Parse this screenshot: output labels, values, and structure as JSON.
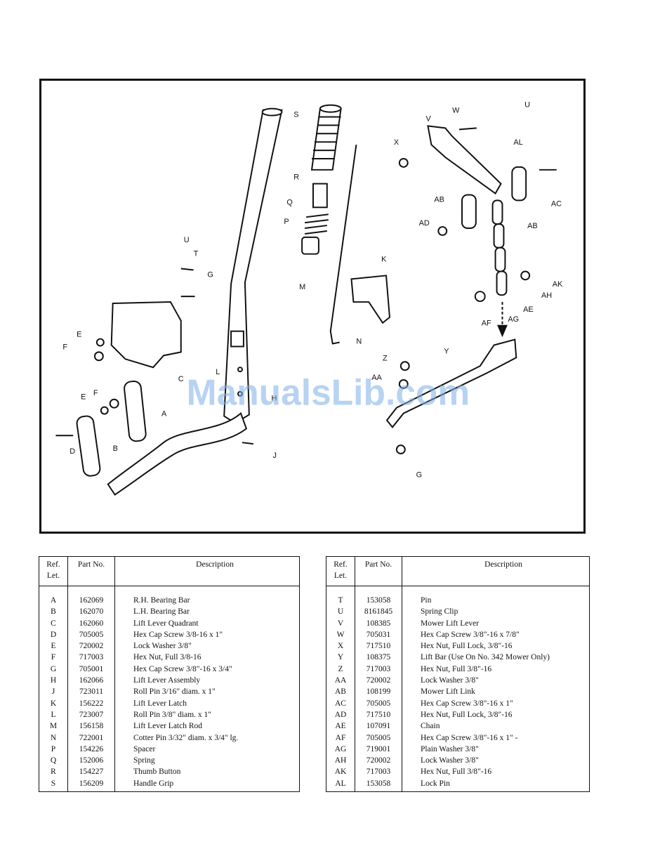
{
  "diagram": {
    "watermark": "ManualsLib.com",
    "callouts": [
      "S",
      "R",
      "Q",
      "P",
      "M",
      "N",
      "K",
      "W",
      "V",
      "U",
      "X",
      "AL",
      "AB",
      "AC",
      "AB",
      "AD",
      "AK",
      "AH",
      "AE",
      "AF",
      "AG",
      "Y",
      "Z",
      "AA",
      "G",
      "U",
      "T",
      "G",
      "E",
      "F",
      "C",
      "L",
      "H",
      "E",
      "F",
      "A",
      "B",
      "D",
      "J"
    ]
  },
  "tables": {
    "headers": {
      "ref": "Ref. Let.",
      "part": "Part No.",
      "desc": "Description"
    },
    "left": [
      {
        "ref": "A",
        "part": "162069",
        "desc": "R.H. Bearing Bar"
      },
      {
        "ref": "B",
        "part": "162070",
        "desc": "L.H. Bearing Bar"
      },
      {
        "ref": "C",
        "part": "162060",
        "desc": "Lift Lever Quadrant"
      },
      {
        "ref": "D",
        "part": "705005",
        "desc": "Hex Cap Screw 3/8-16 x 1\""
      },
      {
        "ref": "E",
        "part": "720002",
        "desc": "Lock Washer 3/8\""
      },
      {
        "ref": "F",
        "part": "717003",
        "desc": "Hex Nut, Full 3/8-16"
      },
      {
        "ref": "G",
        "part": "705001",
        "desc": "Hex Cap Screw 3/8\"-16 x 3/4\""
      },
      {
        "ref": "H",
        "part": "162066",
        "desc": "Lift Lever Assembly"
      },
      {
        "ref": "J",
        "part": "723011",
        "desc": "Roll Pin 3/16\" diam. x 1\""
      },
      {
        "ref": "K",
        "part": "156222",
        "desc": "Lift Lever Latch"
      },
      {
        "ref": "L",
        "part": "723007",
        "desc": "Roll Pin 3/8\" diam. x 1\""
      },
      {
        "ref": "M",
        "part": "156158",
        "desc": "Lift Lever Latch Rod"
      },
      {
        "ref": "N",
        "part": "722001",
        "desc": "Cotter Pin 3/32\" diam. x 3/4\" lg."
      },
      {
        "ref": "P",
        "part": "154226",
        "desc": "Spacer"
      },
      {
        "ref": "Q",
        "part": "152006",
        "desc": "Spring"
      },
      {
        "ref": "R",
        "part": "154227",
        "desc": "Thumb Button"
      },
      {
        "ref": "S",
        "part": "156209",
        "desc": "Handle Grip"
      }
    ],
    "right": [
      {
        "ref": "T",
        "part": "153058",
        "desc": "Pin"
      },
      {
        "ref": "U",
        "part": "8161845",
        "desc": "Spring Clip"
      },
      {
        "ref": "V",
        "part": "108385",
        "desc": "Mower Lift Lever"
      },
      {
        "ref": "W",
        "part": "705031",
        "desc": "Hex Cap Screw 3/8\"-16 x 7/8\""
      },
      {
        "ref": "X",
        "part": "717510",
        "desc": "Hex Nut, Full Lock, 3/8\"-16"
      },
      {
        "ref": "Y",
        "part": "108375",
        "desc": "Lift Bar (Use On No. 342 Mower Only)"
      },
      {
        "ref": "Z",
        "part": "717003",
        "desc": "Hex Nut, Full 3/8\"-16"
      },
      {
        "ref": "AA",
        "part": "720002",
        "desc": "Lock Washer 3/8\""
      },
      {
        "ref": "AB",
        "part": "108199",
        "desc": "Mower Lift Link"
      },
      {
        "ref": "AC",
        "part": "705005",
        "desc": "Hex Cap Screw 3/8\"-16 x 1\""
      },
      {
        "ref": "AD",
        "part": "717510",
        "desc": "Hex Nut, Full Lock, 3/8\"-16"
      },
      {
        "ref": "AE",
        "part": "107091",
        "desc": "Chain"
      },
      {
        "ref": "AF",
        "part": "705005",
        "desc": "Hex Cap Screw 3/8\"-16 x 1\" -"
      },
      {
        "ref": "AG",
        "part": "719001",
        "desc": "Plain Washer 3/8\""
      },
      {
        "ref": "AH",
        "part": "720002",
        "desc": "Lock Washer 3/8\""
      },
      {
        "ref": "AK",
        "part": "717003",
        "desc": "Hex Nut, Full 3/8\"-16"
      },
      {
        "ref": "AL",
        "part": "153058",
        "desc": "Lock Pin"
      }
    ]
  }
}
